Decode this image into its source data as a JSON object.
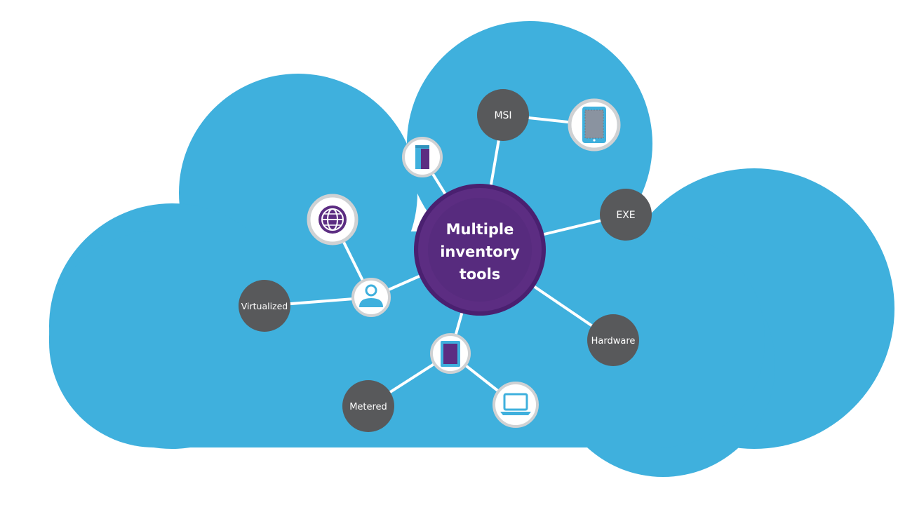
{
  "diagram": {
    "center_lines": [
      "Multiple",
      "inventory",
      "tools"
    ],
    "labels": {
      "msi": "MSI",
      "exe": "EXE",
      "hardware": "Hardware",
      "virtualized": "Virtualized",
      "metered": "Metered"
    },
    "icons": {
      "tablet-top": "tablet-icon",
      "server": "server-icon",
      "globe": "globe-icon",
      "user": "user-icon",
      "tablet-bottom": "tablet-icon",
      "laptop": "laptop-icon"
    }
  },
  "colors": {
    "cloud": "#3fb0dd",
    "connector": "#ffffff",
    "center_fill": "#5c2d82",
    "center_inner": "#52297a",
    "center_ring": "#4a2070",
    "label_node": "#58595b",
    "icon_node_fill": "#ffffff",
    "icon_node_ring": "#cfd1d3",
    "icon_purple": "#5c2d82",
    "icon_blue": "#3fb0dd"
  }
}
